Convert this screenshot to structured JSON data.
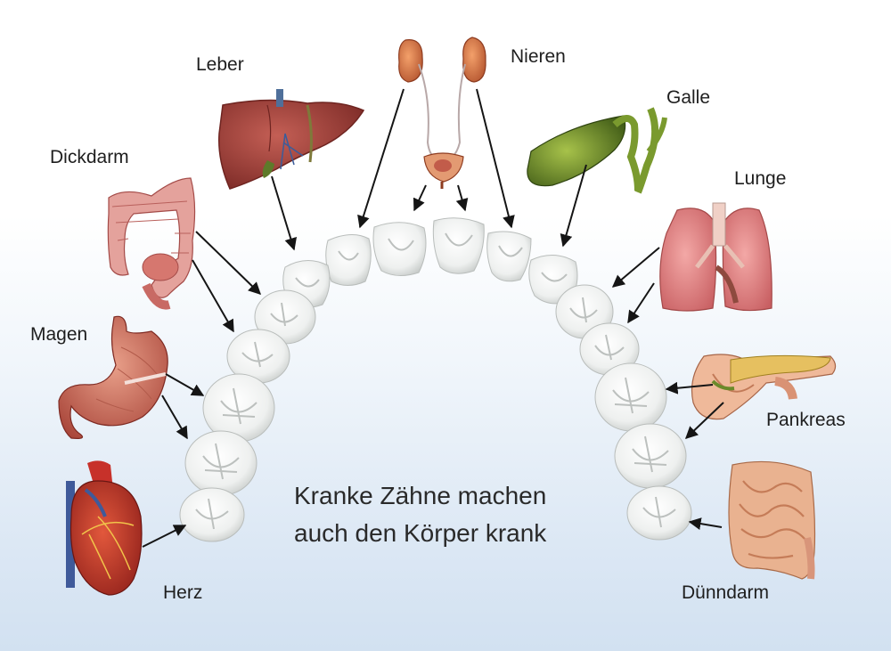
{
  "caption": {
    "line1": "Kranke Zähne machen",
    "line2": "auch den Körper krank"
  },
  "organs": {
    "leber": "Leber",
    "nieren": "Nieren",
    "galle": "Galle",
    "dickdarm": "Dickdarm",
    "lunge": "Lunge",
    "magen": "Magen",
    "pankreas": "Pankreas",
    "herz": "Herz",
    "duenndarm": "Dünndarm"
  },
  "colors": {
    "background_top": "#ffffff",
    "background_bottom": "#d2e1f1",
    "tooth": "#f3f4f3",
    "arrow": "#151515",
    "liver": "#a8453e",
    "kidney": "#d97a4c",
    "gallbladder": "#6b8e2a",
    "colon": "#e7a09a",
    "lung": "#e58b8b",
    "stomach": "#c8614f",
    "pancreas": "#e6c060",
    "heart": "#c3352c",
    "small_intestine": "#e9b290"
  },
  "icons": [
    "liver-icon",
    "kidneys-bladder-icon",
    "gallbladder-icon",
    "colon-icon",
    "lungs-icon",
    "stomach-icon",
    "pancreas-icon",
    "heart-icon",
    "small-intestine-icon"
  ]
}
